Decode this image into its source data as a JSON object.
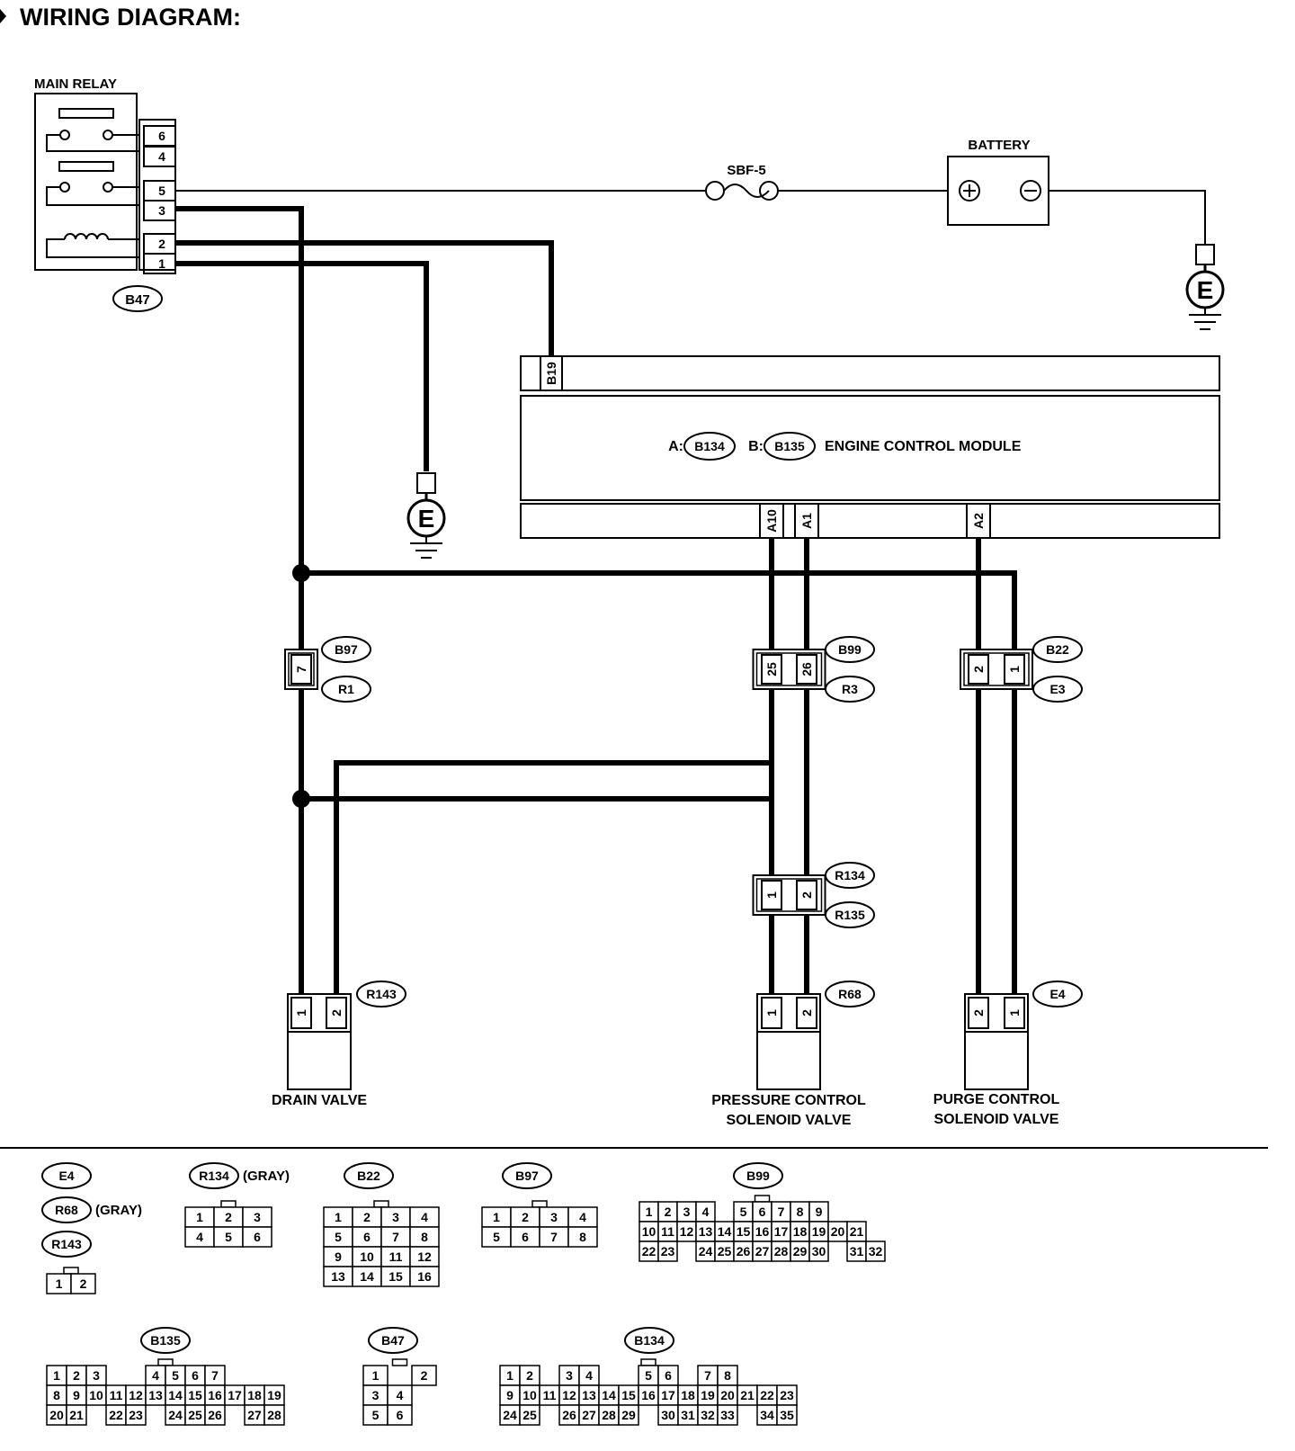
{
  "title": "WIRING DIAGRAM:",
  "components": {
    "main_relay": {
      "label": "MAIN RELAY",
      "connector": "B47",
      "pins": [
        "6",
        "4",
        "5",
        "3",
        "2",
        "1"
      ]
    },
    "fuse": {
      "label": "SBF-5"
    },
    "battery": {
      "label": "BATTERY",
      "plus": "+",
      "minus": "−"
    },
    "ground": "E",
    "ecm": {
      "label": "ENGINE CONTROL MODULE",
      "conn_a_prefix": "A:",
      "conn_a": "B134",
      "conn_b_prefix": "B:",
      "conn_b": "B135",
      "top_pin": "B19",
      "bottom_pins": [
        "A10",
        "A1",
        "A2"
      ]
    },
    "junctions": [
      {
        "id": "B97-R1",
        "pins": [
          "7"
        ],
        "labels": [
          "B97",
          "R1"
        ]
      },
      {
        "id": "B99-R3",
        "pins": [
          "25",
          "26"
        ],
        "labels": [
          "B99",
          "R3"
        ]
      },
      {
        "id": "B22-E3",
        "pins": [
          "2",
          "1"
        ],
        "labels": [
          "B22",
          "E3"
        ]
      },
      {
        "id": "R134-R135",
        "pins": [
          "1",
          "2"
        ],
        "labels": [
          "R134",
          "R135"
        ]
      }
    ],
    "valves": [
      {
        "label_lines": [
          "DRAIN VALVE"
        ],
        "connector": "R143",
        "pins": [
          "1",
          "2"
        ]
      },
      {
        "label_lines": [
          "PRESSURE CONTROL",
          "SOLENOID VALVE"
        ],
        "connector": "R68",
        "pins": [
          "1",
          "2"
        ]
      },
      {
        "label_lines": [
          "PURGE CONTROL",
          "SOLENOID VALVE"
        ],
        "connector": "E4",
        "pins": [
          "2",
          "1"
        ]
      }
    ]
  },
  "connector_views": [
    {
      "labels": [
        "E4",
        "R68",
        "R143"
      ],
      "note": "(GRAY)",
      "rows": [
        [
          "1",
          "2"
        ]
      ]
    },
    {
      "labels": [
        "R134"
      ],
      "note": "(GRAY)",
      "rows": [
        [
          "1",
          "2",
          "3"
        ],
        [
          "4",
          "5",
          "6"
        ]
      ]
    },
    {
      "labels": [
        "B22"
      ],
      "note": "",
      "rows": [
        [
          "1",
          "2",
          "3",
          "4"
        ],
        [
          "5",
          "6",
          "7",
          "8"
        ],
        [
          "9",
          "10",
          "11",
          "12"
        ],
        [
          "13",
          "14",
          "15",
          "16"
        ]
      ]
    },
    {
      "labels": [
        "B97"
      ],
      "note": "",
      "rows": [
        [
          "1",
          "2",
          "3",
          "4"
        ],
        [
          "5",
          "6",
          "7",
          "8"
        ]
      ]
    },
    {
      "labels": [
        "B99"
      ],
      "note": "",
      "rows": [
        [
          "1",
          "2",
          "3",
          "4",
          "",
          "5",
          "6",
          "7",
          "8",
          "9"
        ],
        [
          "10",
          "11",
          "12",
          "13",
          "14",
          "15",
          "16",
          "17",
          "18",
          "19",
          "20",
          "21"
        ],
        [
          "22",
          "23",
          "",
          "24",
          "25",
          "26",
          "27",
          "28",
          "29",
          "30",
          "",
          "31",
          "32"
        ]
      ]
    },
    {
      "labels": [
        "B135"
      ],
      "note": "",
      "rows": [
        [
          "1",
          "2",
          "3",
          "",
          "",
          "4",
          "5",
          "6",
          "7"
        ],
        [
          "8",
          "9",
          "10",
          "11",
          "12",
          "13",
          "14",
          "15",
          "16",
          "17",
          "18",
          "19"
        ],
        [
          "20",
          "21",
          "",
          "22",
          "23",
          "",
          "24",
          "25",
          "26",
          "",
          "27",
          "28"
        ]
      ]
    },
    {
      "labels": [
        "B47"
      ],
      "note": "",
      "rows": [
        [
          "1",
          "",
          "2"
        ],
        [
          "3",
          "4"
        ],
        [
          "5",
          "6"
        ]
      ]
    },
    {
      "labels": [
        "B134"
      ],
      "note": "",
      "rows": [
        [
          "1",
          "2",
          "",
          "3",
          "4",
          "",
          "",
          "5",
          "6",
          "",
          "7",
          "8"
        ],
        [
          "9",
          "10",
          "11",
          "12",
          "13",
          "14",
          "15",
          "16",
          "17",
          "18",
          "19",
          "20",
          "21",
          "22",
          "23"
        ],
        [
          "24",
          "25",
          "",
          "26",
          "27",
          "28",
          "29",
          "",
          "30",
          "31",
          "32",
          "33",
          "",
          "34",
          "35"
        ]
      ]
    }
  ]
}
